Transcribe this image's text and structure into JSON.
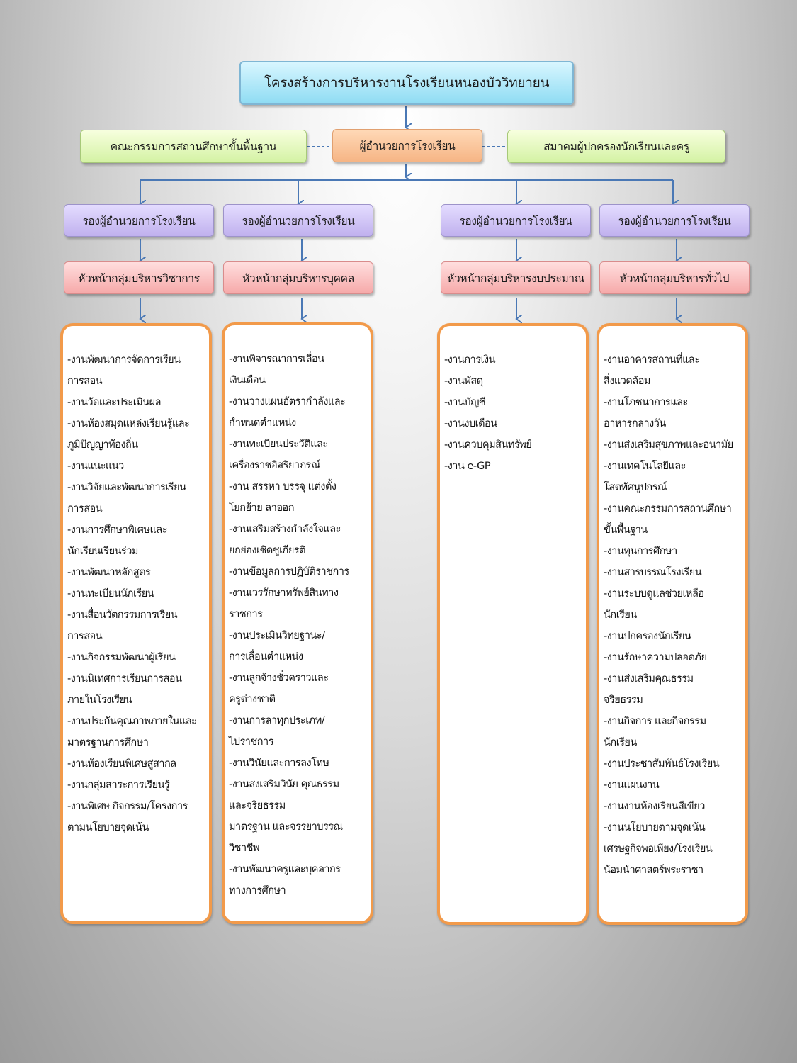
{
  "title": "โครงสร้างการบริหารงานโรงเรียนหนองบัววิทยายน",
  "director": "ผู้อำนวยการโรงเรียน",
  "committee": "คณะกรรมการสถานศึกษาขั้นพื้นฐาน",
  "association": "สมาคมผู้ปกครองนักเรียนและครู",
  "colors": {
    "title_fill": "#8fdcf3",
    "director_fill": "#f6b585",
    "side_fill": "#d4f2a4",
    "deputy_fill": "#c0b1ee",
    "head_fill": "#f6a9a9",
    "panel_border": "#f29a4a",
    "connector": "#4a78b5"
  },
  "columns": [
    {
      "deputy": "รองผู้อำนวยการโรงเรียน",
      "head": "หัวหน้ากลุ่มบริหารวิชาการ",
      "lines": [
        "-งานพัฒนาการจัดการเรียน",
        "การสอน",
        "-งานวัดและประเมินผล",
        "-งานห้องสมุดแหล่งเรียนรู้และ",
        "ภูมิปัญญาท้องถิ่น",
        "-งานแนะแนว",
        "-งานวิจัยและพัฒนาการเรียน",
        "การสอน",
        "-งานการศึกษาพิเศษและ",
        "นักเรียนเรียนร่วม",
        "-งานพัฒนาหลักสูตร",
        "-งานทะเบียนนักเรียน",
        "-งานสื่อนวัตกรรมการเรียน",
        "การสอน",
        "-งานกิจกรรมพัฒนาผู้เรียน",
        "-งานนิเทศการเรียนการสอน",
        "ภายในโรงเรียน",
        "-งานประกันคุณภาพภายในและ",
        "มาตรฐานการศึกษา",
        "-งานห้องเรียนพิเศษสู่สากล",
        "-งานกลุ่มสาระการเรียนรู้",
        "-งานพิเศษ กิจกรรม/โครงการ",
        "ตามนโยบายจุดเน้น"
      ]
    },
    {
      "deputy": "รองผู้อำนวยการโรงเรียน",
      "head": "หัวหน้ากลุ่มบริหารบุคคล",
      "lines": [
        "-งานพิจารณาการเลื่อน",
        "เงินเดือน",
        "-งานวางแผนอัตรากำลังและ",
        "กำหนดตำแหน่ง",
        "-งานทะเบียนประวัติและ",
        "เครื่องราชอิสริยาภรณ์",
        "-งาน สรรหา บรรจุ แต่งตั้ง",
        "โยกย้าย ลาออก",
        "-งานเสริมสร้างกำลังใจและ",
        "ยกย่องเชิดชูเกียรติ",
        "-งานข้อมูลการปฏิบัติราชการ",
        "-งานเวรรักษาทรัพย์สินทาง",
        "ราชการ",
        "-งานประเมินวิทยฐานะ/",
        "การเลื่อนตำแหน่ง",
        "-งานลูกจ้างชั่วคราวและ",
        "ครูต่างชาติ",
        "-งานการลาทุกประเภท/",
        "ไปราชการ",
        "-งานวินัยและการลงโทษ",
        "-งานส่งเสริมวินัย คุณธรรม",
        "และจริยธรรม",
        "มาตรฐาน และจรรยาบรรณ",
        "วิชาชีพ",
        "-งานพัฒนาครูและบุคลากร",
        "ทางการศึกษา"
      ]
    },
    {
      "deputy": "รองผู้อำนวยการโรงเรียน",
      "head": "หัวหน้ากลุ่มบริหารงบประมาณ",
      "lines": [
        "-งานการเงิน",
        "-งานพัสดุ",
        "-งานบัญชี",
        "-งานงบเดือน",
        "-งานควบคุมสินทรัพย์",
        "-งาน e-GP"
      ]
    },
    {
      "deputy": "รองผู้อำนวยการโรงเรียน",
      "head": "หัวหน้ากลุ่มบริหารทั่วไป",
      "lines": [
        "-งานอาคารสถานที่และ",
        "สิ่งแวดล้อม",
        "-งานโภชนาการและ",
        "อาหารกลางวัน",
        "-งานส่งเสริมสุขภาพและอนามัย",
        "-งานเทคโนโลยีและ",
        "โสตทัศนูปกรณ์",
        "-งานคณะกรรมการสถานศึกษา",
        "ขั้นพื้นฐาน",
        "-งานทุนการศึกษา",
        "-งานสารบรรณโรงเรียน",
        "-งานระบบดูแลช่วยเหลือ",
        "นักเรียน",
        "-งานปกครองนักเรียน",
        "-งานรักษาความปลอดภัย",
        "-งานส่งเสริมคุณธรรม",
        "จริยธรรม",
        "-งานกิจการ และกิจกรรม",
        "นักเรียน",
        "-งานประชาสัมพันธ์โรงเรียน",
        "-งานแผนงาน",
        "-งานงานห้องเรียนสีเขียว",
        "-งานนโยบายตามจุดเน้น",
        "เศรษฐกิจพอเพียง/โรงเรียน",
        "น้อมนำศาสตร์พระราชา"
      ]
    }
  ]
}
